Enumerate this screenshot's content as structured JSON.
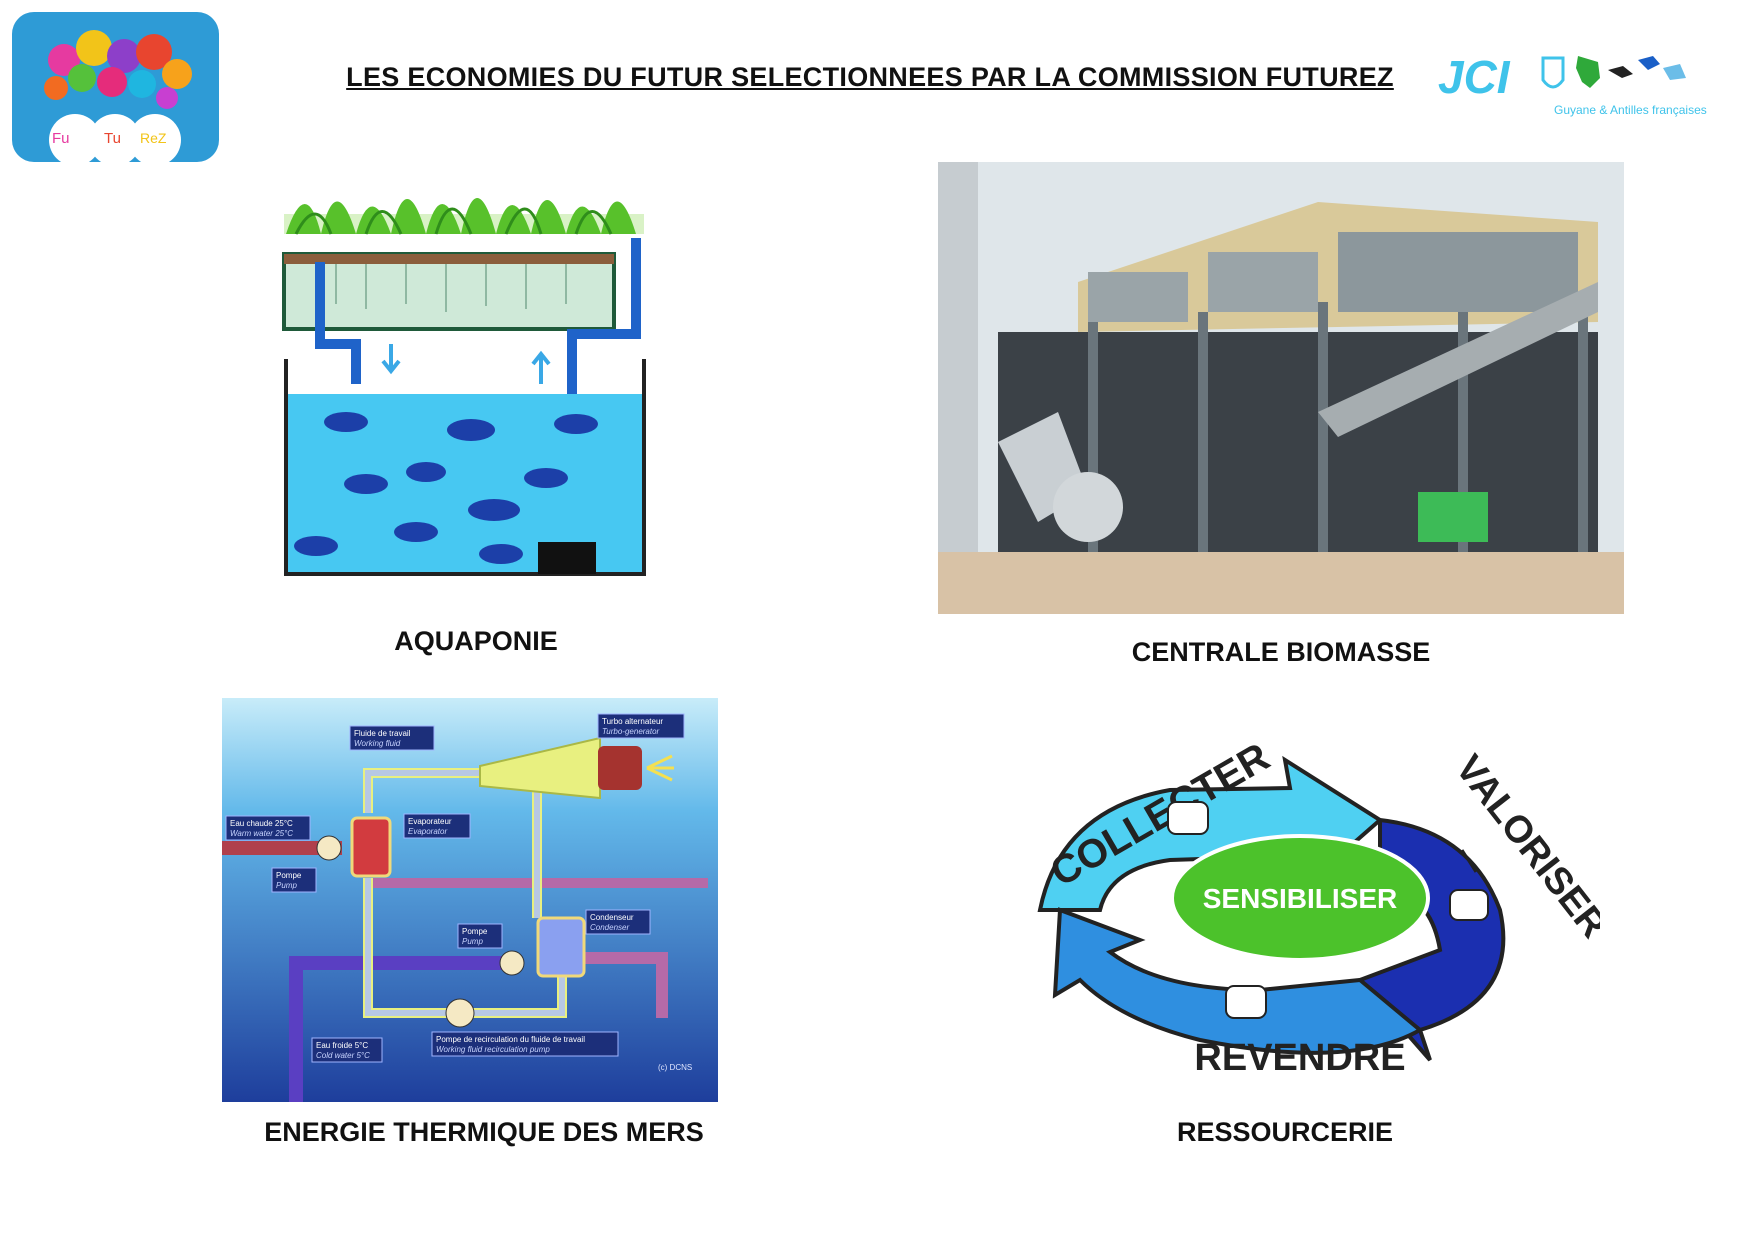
{
  "header": {
    "title": "LES ECONOMIES DU FUTUR SELECTIONNEES PAR LA COMMISSION FUTUREZ",
    "logo_left": {
      "syllables": [
        "Fu",
        "Tu",
        "ReZ"
      ]
    },
    "logo_right": {
      "wordmark": "JCI",
      "subtitle": "Guyane & Antilles françaises"
    }
  },
  "panels": {
    "aquaponie": {
      "caption": "AQUAPONIE"
    },
    "biomasse": {
      "caption": "CENTRALE BIOMASSE"
    },
    "etm": {
      "caption": "ENERGIE THERMIQUE DES MERS",
      "labels": {
        "fluid_fr": "Fluide de travail",
        "fluid_en": "Working fluid",
        "turbo_fr": "Turbo alternateur",
        "turbo_en": "Turbo-generator",
        "warm_fr": "Eau chaude 25°C",
        "warm_en": "Warm water 25°C",
        "evap_fr": "Evaporateur",
        "evap_en": "Evaporator",
        "pump1_fr": "Pompe",
        "pump1_en": "Pump",
        "pump2_fr": "Pompe",
        "pump2_en": "Pump",
        "cond_fr": "Condenseur",
        "cond_en": "Condenser",
        "cold_fr": "Eau froide 5°C",
        "cold_en": "Cold water 5°C",
        "recirc_fr": "Pompe de recirculation du fluide de travail",
        "recirc_en": "Working fluid recirculation pump",
        "credit": "(c) DCNS"
      }
    },
    "ressourcerie": {
      "caption": "RESSOURCERIE",
      "words": {
        "collecter": "COLLECTER",
        "valoriser": "VALORISER",
        "revendre": "REVENDRE",
        "sensibiliser": "SENSIBILISER"
      }
    }
  },
  "colors": {
    "cycle_light": "#4fd0f2",
    "cycle_mid": "#2f8fe0",
    "cycle_dark": "#1b2fb0",
    "cycle_center": "#4cc22b"
  }
}
